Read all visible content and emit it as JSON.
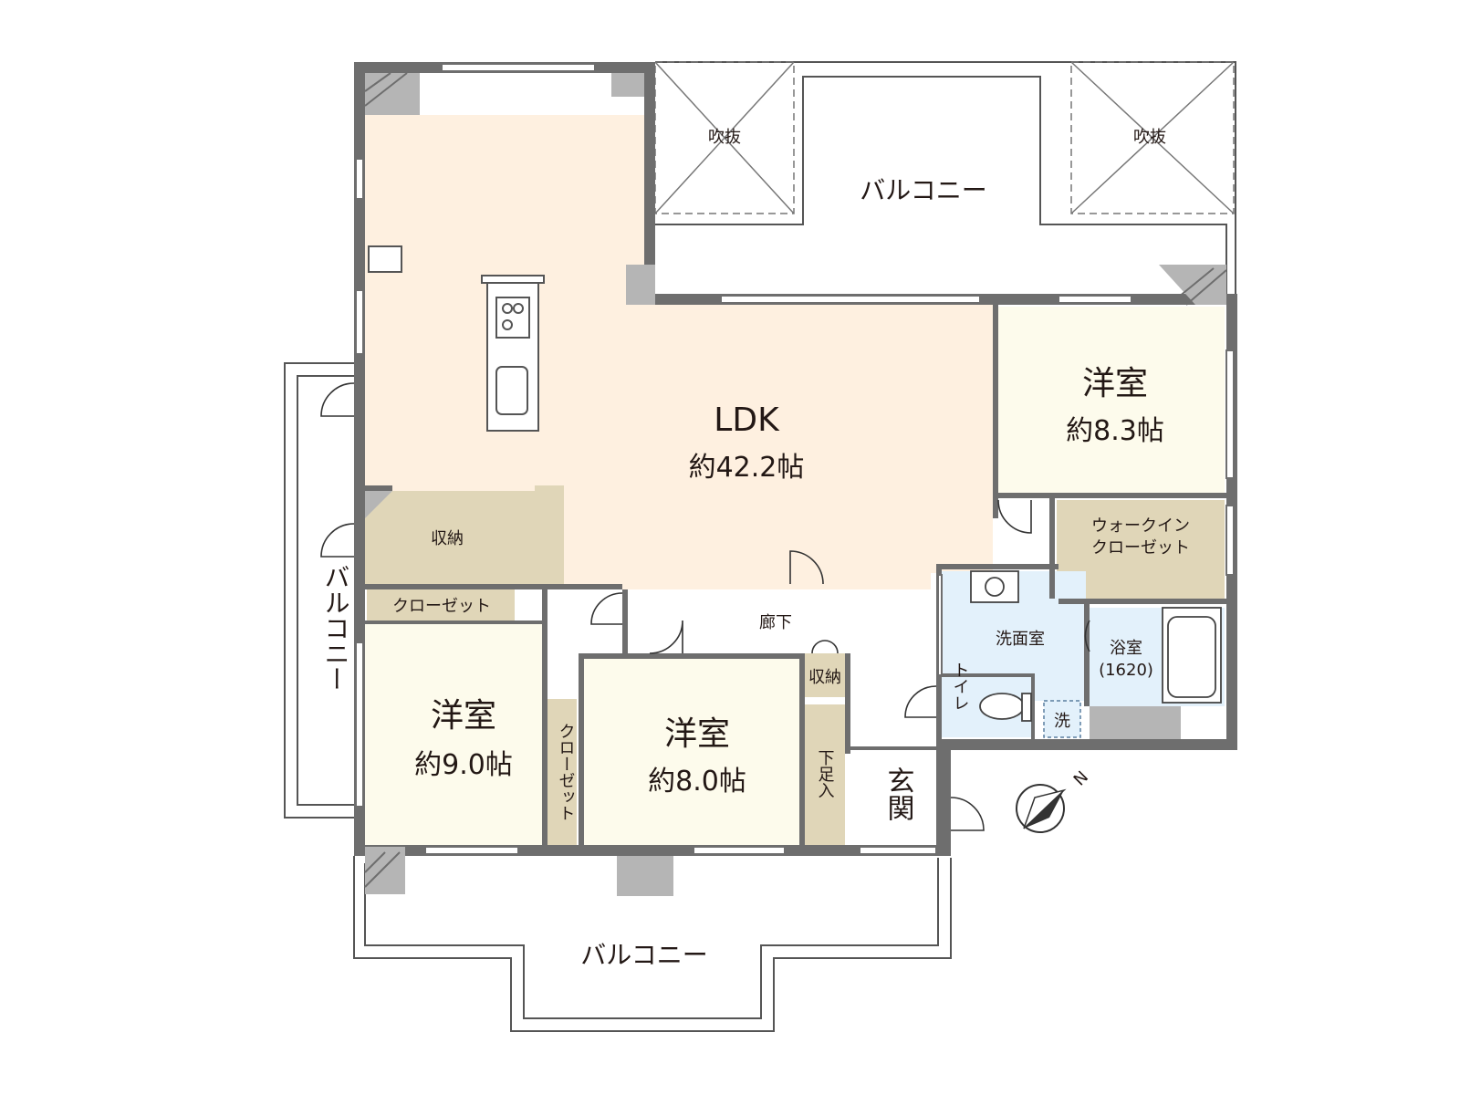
{
  "colors": {
    "ldk": "#fef0e0",
    "bedroom": "#fdfbec",
    "storage": "#e0d6b8",
    "wet_area": "#e3f1fb",
    "hall": "#ffffff",
    "wall": "#6e6e6e",
    "column": "#b5b5b5",
    "outline": "#555555"
  },
  "rooms": {
    "ldk": {
      "name": "LDK",
      "size": "約42.2帖"
    },
    "western_a": {
      "name": "洋室",
      "size": "約8.3帖"
    },
    "western_b": {
      "name": "洋室",
      "size": "約9.0帖"
    },
    "western_c": {
      "name": "洋室",
      "size": "約8.0帖"
    },
    "storage_ldk": "収納",
    "closet_b": "クローゼット",
    "closet_c": "クローゼット",
    "storage_hall": "収納",
    "walkin_line1": "ウォークイン",
    "walkin_line2": "クローゼット",
    "corridor": "廊下",
    "washroom": "洗面室",
    "bathroom": "浴室",
    "bathroom_size": "(1620)",
    "toilet": "トイレ",
    "washer": "洗",
    "shoe_storage": "下足入",
    "entrance": "玄関"
  },
  "outdoor": {
    "balcony_top": "バルコニー",
    "balcony_left": "バルコニー",
    "balcony_bottom": "バルコニー",
    "void_left": "吹抜",
    "void_right": "吹抜"
  },
  "compass": {
    "north_label": "N"
  }
}
